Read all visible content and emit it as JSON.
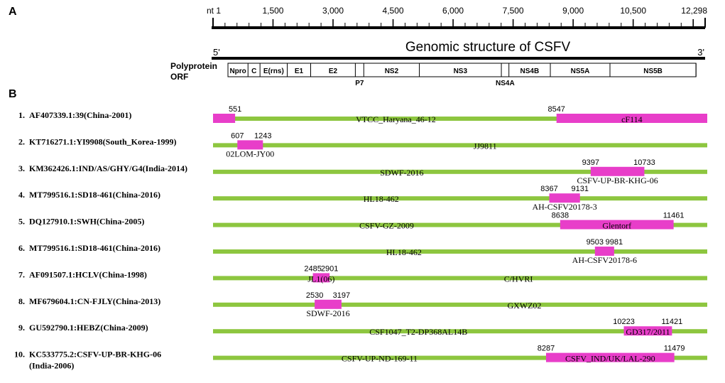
{
  "panel_a": {
    "label": "A",
    "axis": {
      "start_label": "nt 1",
      "max_nt": 12298,
      "ticks": [
        {
          "nt": 1500,
          "label": "1,500"
        },
        {
          "nt": 3000,
          "label": "3,000"
        },
        {
          "nt": 4500,
          "label": "4,500"
        },
        {
          "nt": 6000,
          "label": "6,000"
        },
        {
          "nt": 7500,
          "label": "7,500"
        },
        {
          "nt": 9000,
          "label": "9,000"
        },
        {
          "nt": 10500,
          "label": "10,500"
        },
        {
          "nt": 12298,
          "label": "12,298"
        }
      ]
    },
    "genome_title": "Genomic structure of CSFV",
    "five_prime": "5'",
    "three_prime": "3'",
    "orf_label_line1": "Polyprotein",
    "orf_label_line2": "ORF",
    "orf_start_nt": 374,
    "orf_end_nt": 12070,
    "segments": [
      {
        "label": "Npro",
        "start": 374,
        "end": 875
      },
      {
        "label": "C",
        "start": 875,
        "end": 1175
      },
      {
        "label": "E(rns)",
        "start": 1175,
        "end": 1856
      },
      {
        "label": "E1",
        "start": 1856,
        "end": 2441
      },
      {
        "label": "E2",
        "start": 2441,
        "end": 3557
      },
      {
        "label": "P7",
        "start": 3557,
        "end": 3768
      },
      {
        "label": "NS2",
        "start": 3768,
        "end": 5157
      },
      {
        "label": "NS3",
        "start": 5157,
        "end": 7206
      },
      {
        "label": "NS4A",
        "start": 7206,
        "end": 7395
      },
      {
        "label": "NS4B",
        "start": 7395,
        "end": 8430
      },
      {
        "label": "NS5A",
        "start": 8430,
        "end": 9920
      },
      {
        "label": "NS5B",
        "start": 9920,
        "end": 12070
      }
    ]
  },
  "panel_b": {
    "label": "B",
    "max_nt": 12298,
    "rows": [
      {
        "num": "1.",
        "name": "AF407339.1:39(China-2001)",
        "name2": "",
        "major": "VTCC_Haryana_46-12",
        "segments": [
          {
            "start": 1,
            "end": 551,
            "start_label": "",
            "end_label": "551",
            "name": "",
            "name_below": false
          },
          {
            "start": 8547,
            "end": 12298,
            "start_label": "8547",
            "end_label": "",
            "name": "cF114",
            "name_below": false
          }
        ]
      },
      {
        "num": "2.",
        "name": "KT716271.1:YI9908(South_Korea-1999)",
        "name2": "",
        "major": "JJ9811",
        "segments": [
          {
            "start": 607,
            "end": 1243,
            "start_label": "607",
            "end_label": "1243",
            "name": "02LOM-JY00",
            "name_below": true
          }
        ]
      },
      {
        "num": "3.",
        "name": "KM362426.1:IND/AS/GHY/G4(India-2014)",
        "name2": "",
        "major": "SDWF-2016",
        "segments": [
          {
            "start": 9397,
            "end": 10733,
            "start_label": "9397",
            "end_label": "10733",
            "name": "CSFV-UP-BR-KHG-06",
            "name_below": true
          }
        ]
      },
      {
        "num": "4.",
        "name": "MT799516.1:SD18-461(China-2016)",
        "name2": "",
        "major": "HL18-462",
        "segments": [
          {
            "start": 8367,
            "end": 9131,
            "start_label": "8367",
            "end_label": "9131",
            "name": "AH-CSFV20178-3",
            "name_below": true
          }
        ]
      },
      {
        "num": "5.",
        "name": "DQ127910.1:SWH(China-2005)",
        "name2": "",
        "major": "CSFV-GZ-2009",
        "segments": [
          {
            "start": 8638,
            "end": 11461,
            "start_label": "8638",
            "end_label": "11461",
            "name": "Glentorf",
            "name_below": false
          }
        ]
      },
      {
        "num": "6.",
        "name": "MT799516.1:SD18-461(China-2016)",
        "name2": "",
        "major": "HL18-462",
        "segments": [
          {
            "start": 9503,
            "end": 9981,
            "start_label": "9503",
            "end_label": "9981",
            "name": "AH-CSFV20178-6",
            "name_below": true
          }
        ]
      },
      {
        "num": "7.",
        "name": "AF091507.1:HCLV(China-1998)",
        "name2": "",
        "major": "C/HVRI",
        "segments": [
          {
            "start": 2485,
            "end": 2901,
            "start_label": "2485",
            "end_label": "2901",
            "name": "JL1(06)",
            "name_below": false
          }
        ]
      },
      {
        "num": "8.",
        "name": "MF679604.1:CN-FJLY(China-2013)",
        "name2": "",
        "major": "GXWZ02",
        "segments": [
          {
            "start": 2530,
            "end": 3197,
            "start_label": "2530",
            "end_label": "3197",
            "name": "SDWF-2016",
            "name_below": true
          }
        ]
      },
      {
        "num": "9.",
        "name": "GU592790.1:HEBZ(China-2009)",
        "name2": "",
        "major": "CSF1047_T2-DP368AL14B",
        "segments": [
          {
            "start": 10223,
            "end": 11421,
            "start_label": "10223",
            "end_label": "11421",
            "name": "GD317/2011",
            "name_below": false
          }
        ]
      },
      {
        "num": "10.",
        "name": "KC533775.2:CSFV-UP-BR-KHG-06",
        "name2": "(India-2006)",
        "major": "CSFV-UP-ND-169-11",
        "segments": [
          {
            "start": 8287,
            "end": 11479,
            "start_label": "8287",
            "end_label": "11479",
            "name": "CSFV_IND/UK/LAL-290",
            "name_below": false
          }
        ]
      }
    ]
  },
  "colors": {
    "backbone_green": "#8dc63f",
    "recombinant_magenta": "#e83ec9",
    "line_black": "#000000"
  }
}
